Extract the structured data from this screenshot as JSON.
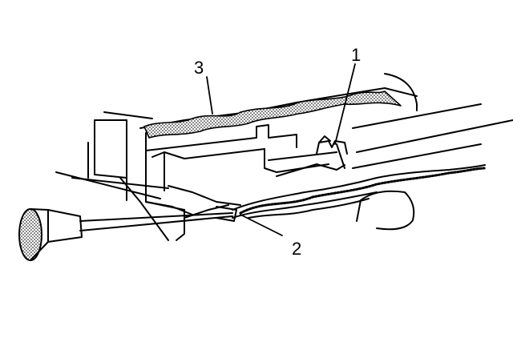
{
  "diagram": {
    "callouts": [
      {
        "id": "1",
        "label": "1"
      },
      {
        "id": "2",
        "label": "2"
      },
      {
        "id": "3",
        "label": "3"
      }
    ],
    "colors": {
      "ink": "#000000",
      "background": "#ffffff",
      "stipple": "#7a7a7a"
    },
    "elements": {
      "connector": "connector-housing-drawing",
      "terminal": "terminal-drawing",
      "wire": "wire-drawing",
      "probe": "probe-tool-drawing"
    }
  }
}
